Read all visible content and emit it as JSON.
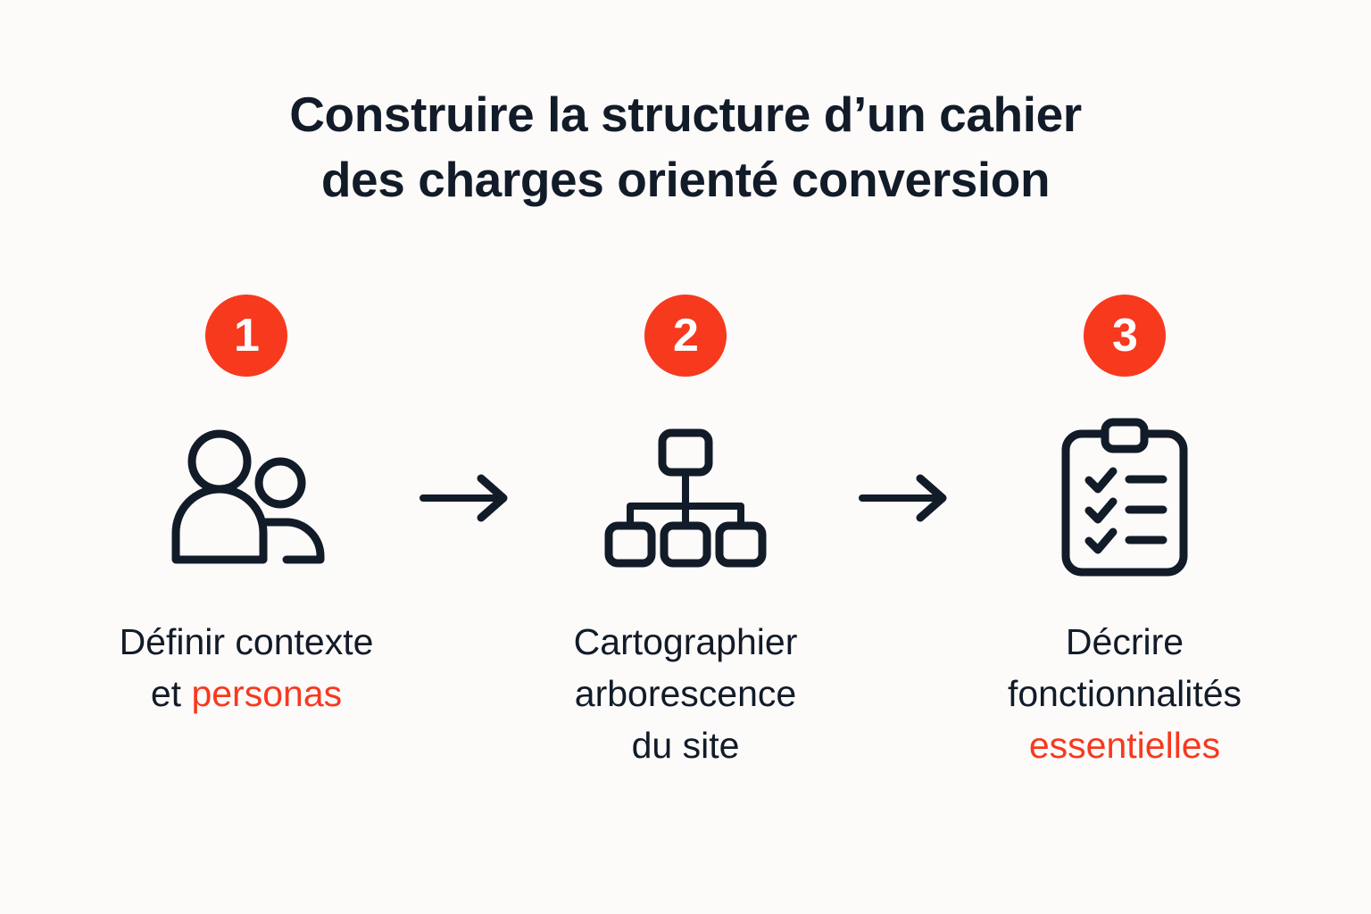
{
  "title": {
    "line1": "Construire la structure d’un cahier",
    "line2": "des charges orienté conversion"
  },
  "colors": {
    "background": "#FCFBFA",
    "ink": "#121B28",
    "accent": "#F7391E",
    "badge_text": "#FFFFFF"
  },
  "steps": [
    {
      "number": "1",
      "icon": "people-icon",
      "label_lines": [
        [
          {
            "text": "Définir contexte",
            "accent": false
          }
        ],
        [
          {
            "text": "et ",
            "accent": false
          },
          {
            "text": "personas",
            "accent": true
          }
        ]
      ]
    },
    {
      "number": "2",
      "icon": "sitemap-icon",
      "label_lines": [
        [
          {
            "text": "Cartographier",
            "accent": false
          }
        ],
        [
          {
            "text": "arborescence",
            "accent": false
          }
        ],
        [
          {
            "text": "du site",
            "accent": false
          }
        ]
      ]
    },
    {
      "number": "3",
      "icon": "clipboard-checklist-icon",
      "label_lines": [
        [
          {
            "text": "Décrire",
            "accent": false
          }
        ],
        [
          {
            "text": "fonctionnalités",
            "accent": false
          }
        ],
        [
          {
            "text": "essentielles",
            "accent": true
          }
        ]
      ]
    }
  ],
  "connectors": [
    {
      "icon": "arrow-right-icon"
    },
    {
      "icon": "arrow-right-icon"
    }
  ]
}
